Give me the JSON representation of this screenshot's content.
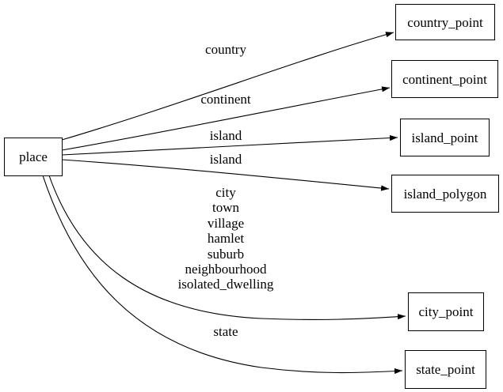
{
  "diagram": {
    "type": "graph",
    "direction": "left-to-right",
    "colors": {
      "background": "#ffffff",
      "node_fill": "#ffffff",
      "stroke": "#000000",
      "text": "#000000"
    },
    "nodes": [
      {
        "id": "place",
        "label": "place"
      },
      {
        "id": "country_point",
        "label": "country_point"
      },
      {
        "id": "continent_point",
        "label": "continent_point"
      },
      {
        "id": "island_point",
        "label": "island_point"
      },
      {
        "id": "island_polygon",
        "label": "island_polygon"
      },
      {
        "id": "city_point",
        "label": "city_point"
      },
      {
        "id": "state_point",
        "label": "state_point"
      }
    ],
    "edges": [
      {
        "from": "place",
        "to": "country_point",
        "label": "country"
      },
      {
        "from": "place",
        "to": "continent_point",
        "label": "continent"
      },
      {
        "from": "place",
        "to": "island_point",
        "label": "island"
      },
      {
        "from": "place",
        "to": "island_polygon",
        "label": "island"
      },
      {
        "from": "place",
        "to": "city_point",
        "label_lines": [
          "city",
          "town",
          "village",
          "hamlet",
          "suburb",
          "neighbourhood",
          "isolated_dwelling"
        ]
      },
      {
        "from": "place",
        "to": "state_point",
        "label": "state"
      }
    ]
  }
}
